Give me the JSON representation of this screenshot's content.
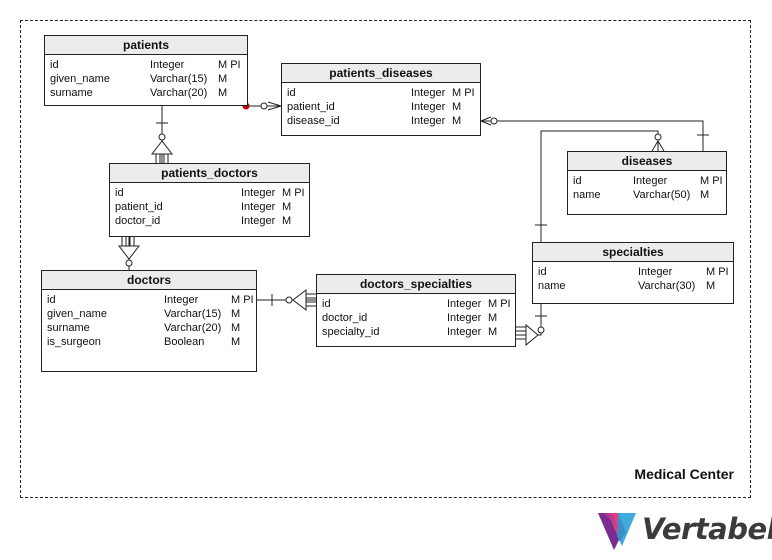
{
  "diagram": {
    "area_label": "Medical Center",
    "brand": "Vertabelo",
    "tables": [
      {
        "name": "patients",
        "columns": [
          {
            "name": "id",
            "type": "Integer",
            "flags": "M PI"
          },
          {
            "name": "given_name",
            "type": "Varchar(15)",
            "flags": "M"
          },
          {
            "name": "surname",
            "type": "Varchar(20)",
            "flags": "M"
          }
        ]
      },
      {
        "name": "patients_diseases",
        "columns": [
          {
            "name": "id",
            "type": "Integer",
            "flags": "M PI"
          },
          {
            "name": "patient_id",
            "type": "Integer",
            "flags": "M"
          },
          {
            "name": "disease_id",
            "type": "Integer",
            "flags": "M"
          }
        ]
      },
      {
        "name": "diseases",
        "columns": [
          {
            "name": "id",
            "type": "Integer",
            "flags": "M PI"
          },
          {
            "name": "name",
            "type": "Varchar(50)",
            "flags": "M"
          }
        ]
      },
      {
        "name": "patients_doctors",
        "columns": [
          {
            "name": "id",
            "type": "Integer",
            "flags": "M PI"
          },
          {
            "name": "patient_id",
            "type": "Integer",
            "flags": "M"
          },
          {
            "name": "doctor_id",
            "type": "Integer",
            "flags": "M"
          }
        ]
      },
      {
        "name": "doctors",
        "columns": [
          {
            "name": "id",
            "type": "Integer",
            "flags": "M PI"
          },
          {
            "name": "given_name",
            "type": "Varchar(15)",
            "flags": "M"
          },
          {
            "name": "surname",
            "type": "Varchar(20)",
            "flags": "M"
          },
          {
            "name": "is_surgeon",
            "type": "Boolean",
            "flags": "M"
          }
        ]
      },
      {
        "name": "doctors_specialties",
        "columns": [
          {
            "name": "id",
            "type": "Integer",
            "flags": "M PI"
          },
          {
            "name": "doctor_id",
            "type": "Integer",
            "flags": "M"
          },
          {
            "name": "specialty_id",
            "type": "Integer",
            "flags": "M"
          }
        ]
      },
      {
        "name": "specialties",
        "columns": [
          {
            "name": "id",
            "type": "Integer",
            "flags": "M PI"
          },
          {
            "name": "name",
            "type": "Varchar(30)",
            "flags": "M"
          }
        ]
      }
    ]
  },
  "colors": {
    "line": "#222222",
    "header_bg": "#ececec",
    "highlight_dot": "#c00000",
    "logo_purple": "#7b2d8e",
    "logo_pink": "#e63d7a",
    "logo_blue": "#1e9bd7"
  }
}
